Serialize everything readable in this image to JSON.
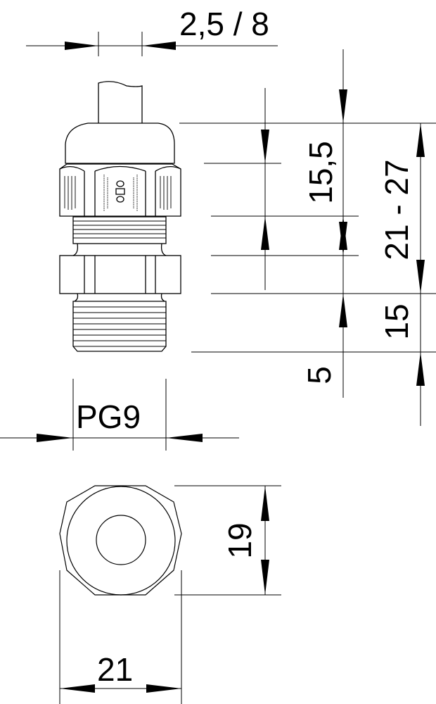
{
  "drawing": {
    "type": "technical-dimension-drawing",
    "subject": "cable gland",
    "thread_label": "PG9",
    "dimensions": {
      "clamping_range": "2,5 / 8",
      "cap_height": "15,5",
      "total_height": "21 - 27",
      "thread_length": "15",
      "shoulder_offset": "5",
      "across_flats": "19",
      "across_corners": "21"
    },
    "colors": {
      "line": "#000000",
      "background": "#ffffff"
    }
  }
}
